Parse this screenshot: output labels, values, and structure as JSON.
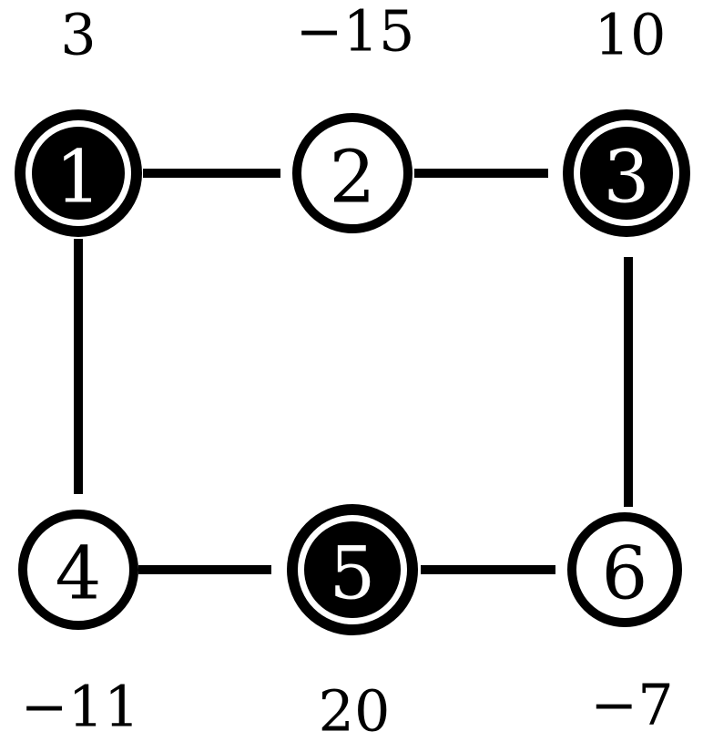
{
  "nodes": [
    {
      "id": "1",
      "label": "1",
      "weight": "3",
      "selected": true
    },
    {
      "id": "2",
      "label": "2",
      "weight": "−15",
      "selected": false
    },
    {
      "id": "3",
      "label": "3",
      "weight": "10",
      "selected": true
    },
    {
      "id": "4",
      "label": "4",
      "weight": "−11",
      "selected": false
    },
    {
      "id": "5",
      "label": "5",
      "weight": "20",
      "selected": true
    },
    {
      "id": "6",
      "label": "6",
      "weight": "−7",
      "selected": false
    }
  ],
  "edges": [
    [
      "1",
      "2"
    ],
    [
      "2",
      "3"
    ],
    [
      "1",
      "4"
    ],
    [
      "3",
      "6"
    ],
    [
      "4",
      "5"
    ],
    [
      "5",
      "6"
    ]
  ],
  "colors": {
    "ink": "#000000",
    "paper": "#ffffff"
  }
}
